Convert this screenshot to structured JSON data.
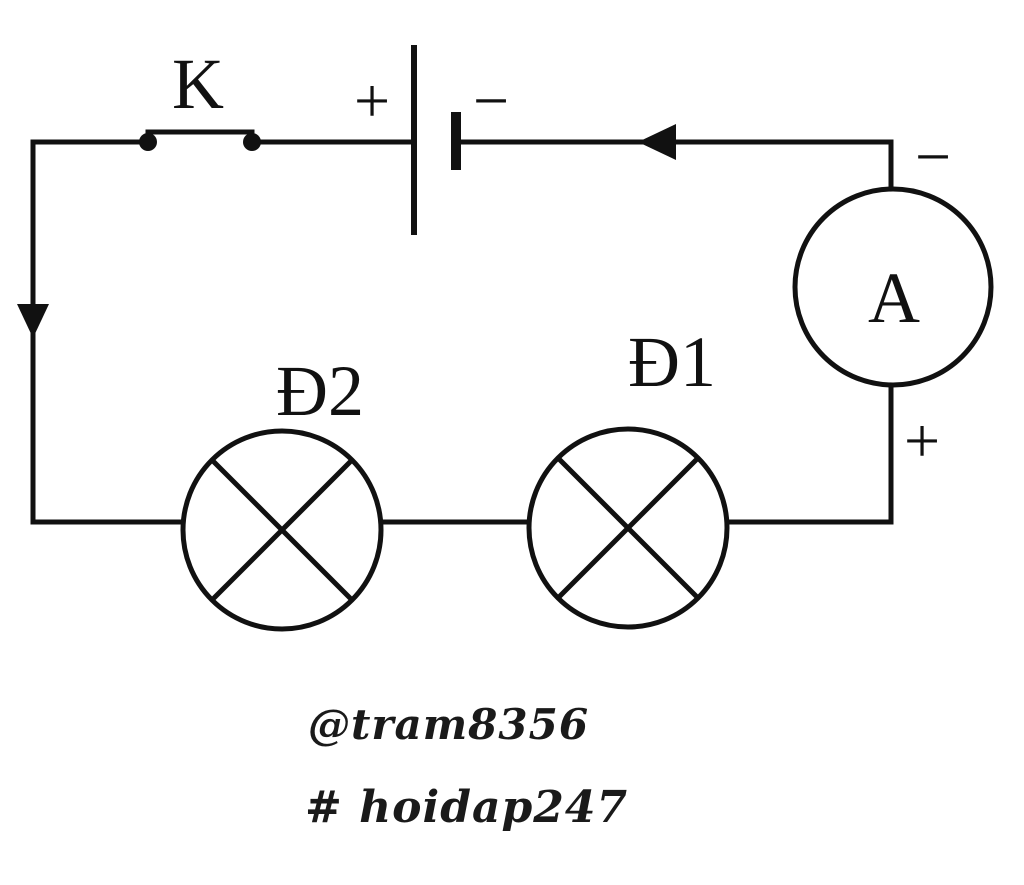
{
  "diagram": {
    "switch_label": "K",
    "battery_plus": "+",
    "battery_minus": "−",
    "ammeter_label": "A",
    "ammeter_minus": "−",
    "ammeter_plus": "+",
    "lamp1_label": "Đ1",
    "lamp2_label": "Đ2"
  },
  "watermark": {
    "user": "@tram8356",
    "tag": "# hoidap247"
  },
  "colors": {
    "line": "#111111",
    "background": "#ffffff"
  }
}
